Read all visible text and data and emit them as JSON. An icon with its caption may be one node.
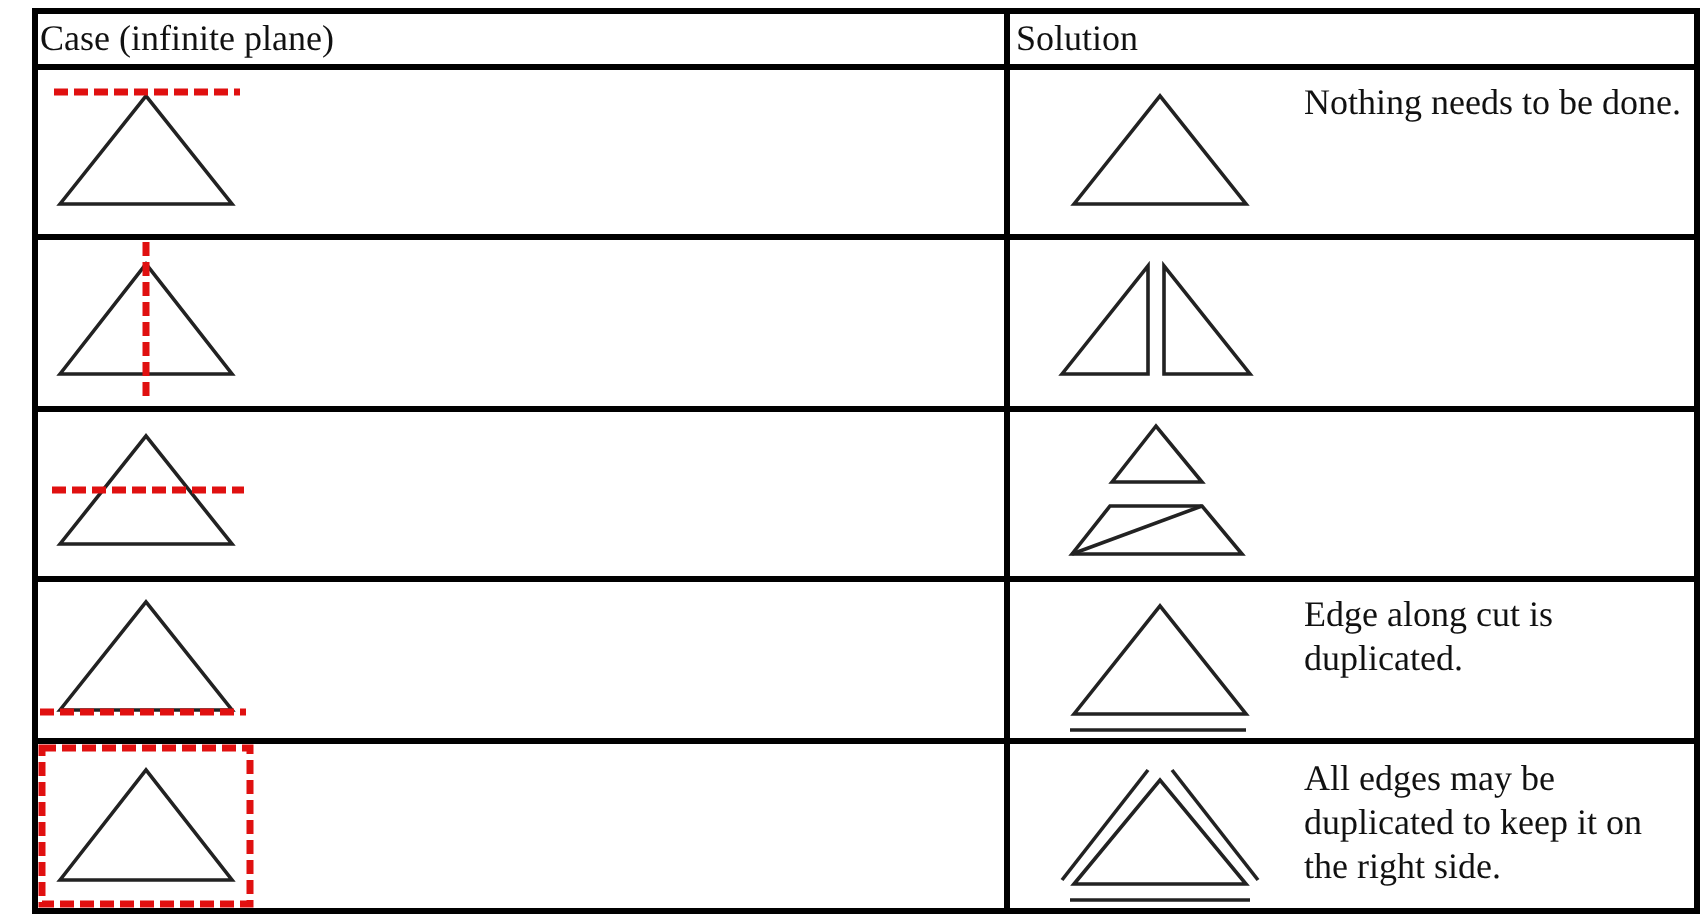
{
  "diagram": {
    "labels": [
      "Case (infinite plane)",
      "Solution",
      "Nothing needs to be done.",
      "Edge along cut is duplicated.",
      "All edges may be duplicated to keep it on the right side."
    ]
  }
}
